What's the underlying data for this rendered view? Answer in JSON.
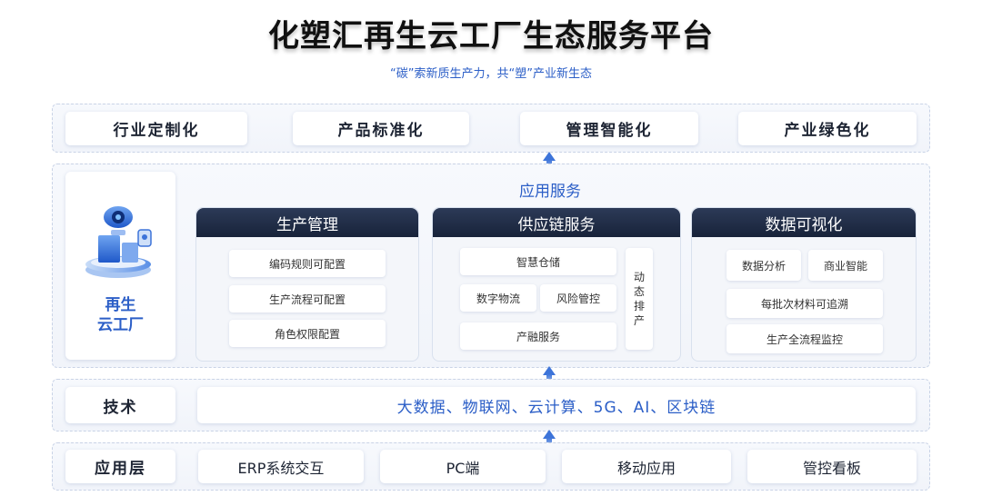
{
  "title": "化塑汇再生云工厂生态服务平台",
  "subtitle": "“碳”索新质生产力，共“塑”产业新生态",
  "top_values": [
    "行业定制化",
    "产品标准化",
    "管理智能化",
    "产业绿色化"
  ],
  "platform": {
    "name_line1": "再生",
    "name_line2": "云工厂",
    "service_label": "应用服务",
    "panels": [
      {
        "title": "生产管理",
        "items": [
          "编码规则可配置",
          "生产流程可配置",
          "角色权限配置"
        ]
      },
      {
        "title": "供应链服务",
        "items": [
          "智慧仓储",
          "数字物流",
          "风险管控",
          "产融服务"
        ],
        "vertical_chars": [
          "动",
          "态",
          "排",
          "产"
        ]
      },
      {
        "title": "数据可视化",
        "items": [
          "数据分析",
          "商业智能",
          "每批次材料可追溯",
          "生产全流程监控"
        ]
      }
    ]
  },
  "tech": {
    "label": "技术",
    "content": "大数据、物联网、云计算、5G、AI、区块链"
  },
  "app_layer": {
    "label": "应用层",
    "items": [
      "ERP系统交互",
      "PC端",
      "移动应用",
      "管控看板"
    ]
  },
  "colors": {
    "accent": "#2b5ec7",
    "header_dark": "#1e2a44",
    "arrow": "#3d74d9"
  }
}
